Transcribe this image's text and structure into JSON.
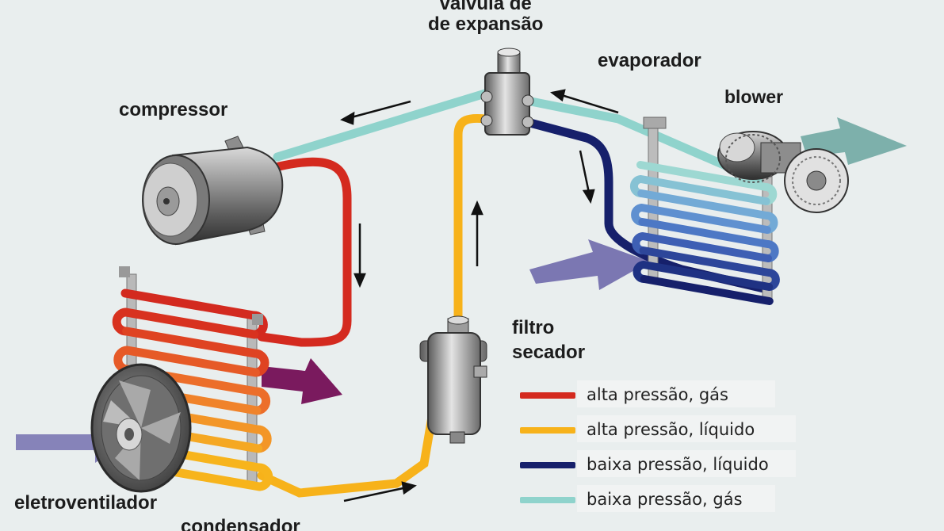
{
  "labels": {
    "valvula": "válvula de\nde expansão",
    "evaporador": "evaporador",
    "blower": "blower",
    "compressor": "compressor",
    "filtro": "filtro\nsecador",
    "eletroventilador": "eletroventilador",
    "condensador": "condensador"
  },
  "legend": [
    {
      "text": "alta pressão, gás",
      "color": "#d42a1f"
    },
    {
      "text": "alta pressão, líquido",
      "color": "#f7b21a"
    },
    {
      "text": "baixa pressão, líquido",
      "color": "#16206b"
    },
    {
      "text": "baixa pressão, gás",
      "color": "#8fd3cc"
    }
  ],
  "colors": {
    "background": "#e9eeee",
    "high_gas": "#d42a1f",
    "high_liquid": "#f7b21a",
    "low_liquid": "#16206b",
    "low_gas": "#8fd3cc",
    "air_in": "#7b77b2",
    "air_hot": "#7a1a5e",
    "air_cold": "#77aca6",
    "metal": "#8d8d8d"
  },
  "icons": [
    "compressor-icon",
    "expansion-valve-icon",
    "filter-drier-icon",
    "fan-icon",
    "blower-icon"
  ]
}
